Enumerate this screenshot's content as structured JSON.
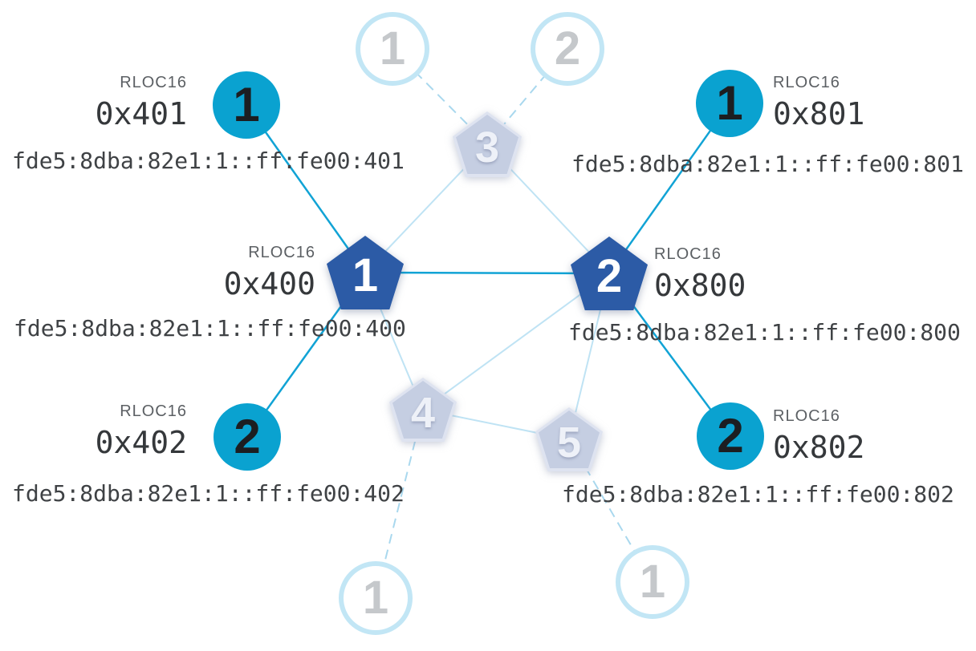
{
  "diagram": {
    "type": "thread-network-topology",
    "colors": {
      "child_active_fill": "#0aa2d0",
      "router_active_fill": "#2c5ba6",
      "router_faded_fill": "#c5cee2",
      "router_faded_rim": "#dee3f0",
      "child_faded_stroke": "#c2e6f5",
      "link_active": "#11a3d5",
      "link_router": "#bfe3f4",
      "link_faded_dashed": "#a9d8ee",
      "caption_text": "#5c6064",
      "value_text": "#35383b",
      "ipv6_text": "#3f4245",
      "faded_number": "#c5c8cb"
    },
    "nodes": {
      "router1": {
        "label": "1",
        "caption": "RLOC16",
        "rloc16": "0x400",
        "ipv6": "fde5:8dba:82e1:1::ff:fe00:400"
      },
      "router2": {
        "label": "2",
        "caption": "RLOC16",
        "rloc16": "0x800",
        "ipv6": "fde5:8dba:82e1:1::ff:fe00:800"
      },
      "router3": {
        "label": "3"
      },
      "router4": {
        "label": "4"
      },
      "router5": {
        "label": "5"
      },
      "child401": {
        "label": "1",
        "caption": "RLOC16",
        "rloc16": "0x401",
        "ipv6": "fde5:8dba:82e1:1::ff:fe00:401"
      },
      "child402": {
        "label": "2",
        "caption": "RLOC16",
        "rloc16": "0x402",
        "ipv6": "fde5:8dba:82e1:1::ff:fe00:402"
      },
      "child801": {
        "label": "1",
        "caption": "RLOC16",
        "rloc16": "0x801",
        "ipv6": "fde5:8dba:82e1:1::ff:fe00:801"
      },
      "child802": {
        "label": "2",
        "caption": "RLOC16",
        "rloc16": "0x802",
        "ipv6": "fde5:8dba:82e1:1::ff:fe00:802"
      },
      "fadedChildTop1": {
        "label": "1"
      },
      "fadedChildTop2": {
        "label": "2"
      },
      "fadedChildBottomLeft": {
        "label": "1"
      },
      "fadedChildBottomRight": {
        "label": "1"
      }
    }
  }
}
